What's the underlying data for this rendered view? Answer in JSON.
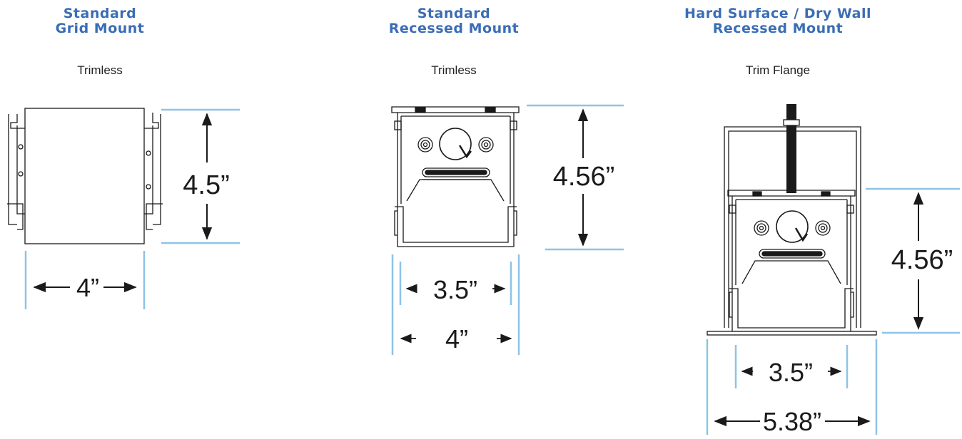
{
  "columns": [
    {
      "title_line1": "Standard",
      "title_line2": "Grid Mount",
      "subtitle": "Trimless",
      "dimensions": {
        "height": "4.5”",
        "width": "4”"
      }
    },
    {
      "title_line1": "Standard",
      "title_line2": "Recessed Mount",
      "subtitle": "Trimless",
      "dimensions": {
        "height": "4.56”",
        "inner_width": "3.5”",
        "outer_width": "4”"
      }
    },
    {
      "title_line1": "Hard Surface / Dry Wall",
      "title_line2": "Recessed Mount",
      "subtitle": "Trim Flange",
      "dimensions": {
        "height": "4.56”",
        "inner_width": "3.5”",
        "outer_width": "5.38”"
      }
    }
  ],
  "colors": {
    "title": "#3a6db5",
    "guide_line": "#8ec3e6",
    "line_art": "#1a1a1a"
  }
}
